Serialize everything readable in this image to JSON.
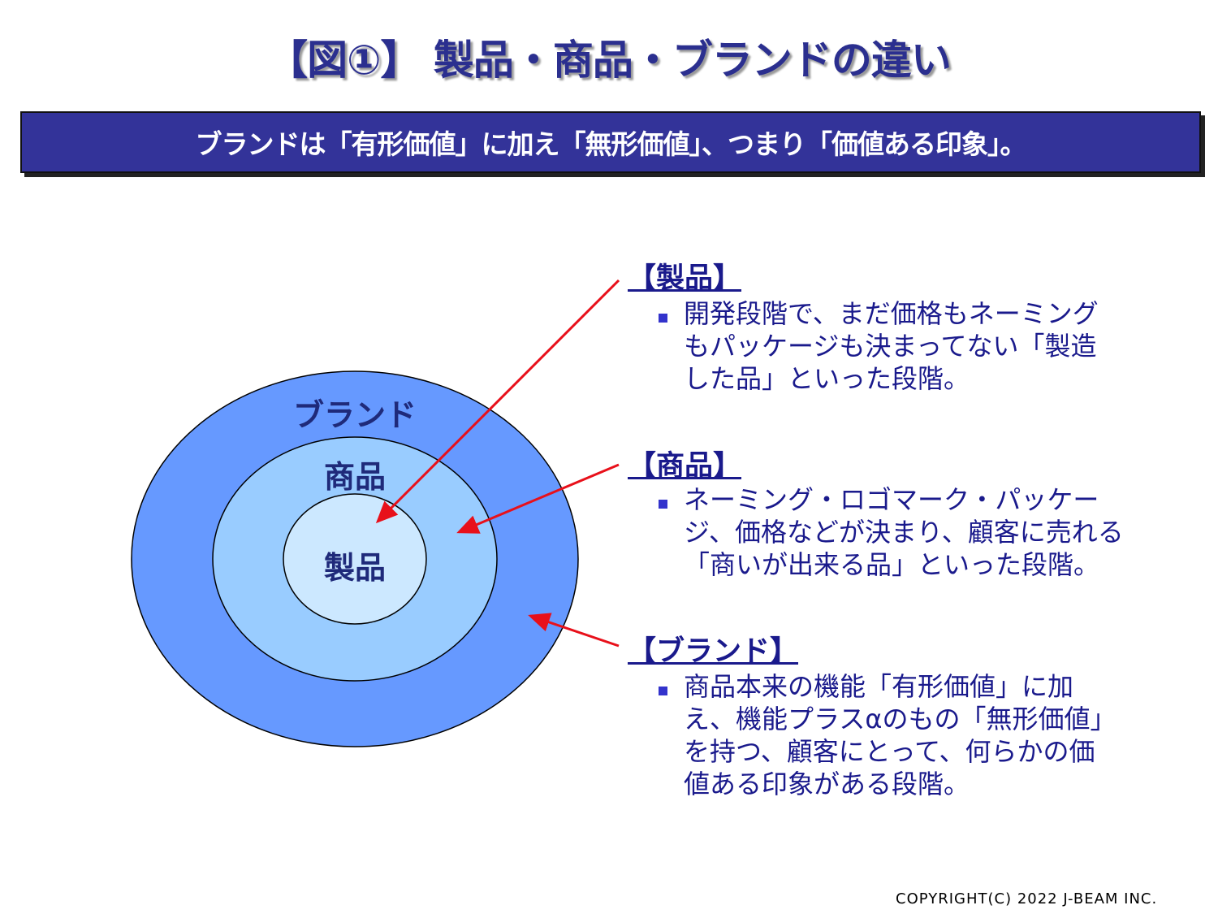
{
  "title": "【図①】 製品・商品・ブランドの違い",
  "banner": "ブランドは「有形価値」に加え「無形価値」、つまり「価値ある印象」。",
  "diagram": {
    "outer_label": "ブランド",
    "middle_label": "商品",
    "inner_label": "製品",
    "colors": {
      "outer": "#6699ff",
      "middle": "#99ccff",
      "inner": "#cce8ff",
      "arrow": "#e8101a"
    }
  },
  "descriptions": [
    {
      "heading": "【製品】",
      "text": "開発段階で、まだ価格もネーミングもパッケージも決まってない「製造した品」といった段階。"
    },
    {
      "heading": "【商品】",
      "text": "ネーミング・ロゴマーク・パッケージ、価格などが決まり、顧客に売れる「商いが出来る品」といった段階。"
    },
    {
      "heading": "【ブランド】",
      "text": "商品本来の機能「有形価値」に加え、機能プラスαのもの「無形価値」を持つ、顧客にとって、何らかの価値ある印象がある段階。"
    }
  ],
  "copyright": "COPYRIGHT(C) 2022  J-BEAM  INC."
}
